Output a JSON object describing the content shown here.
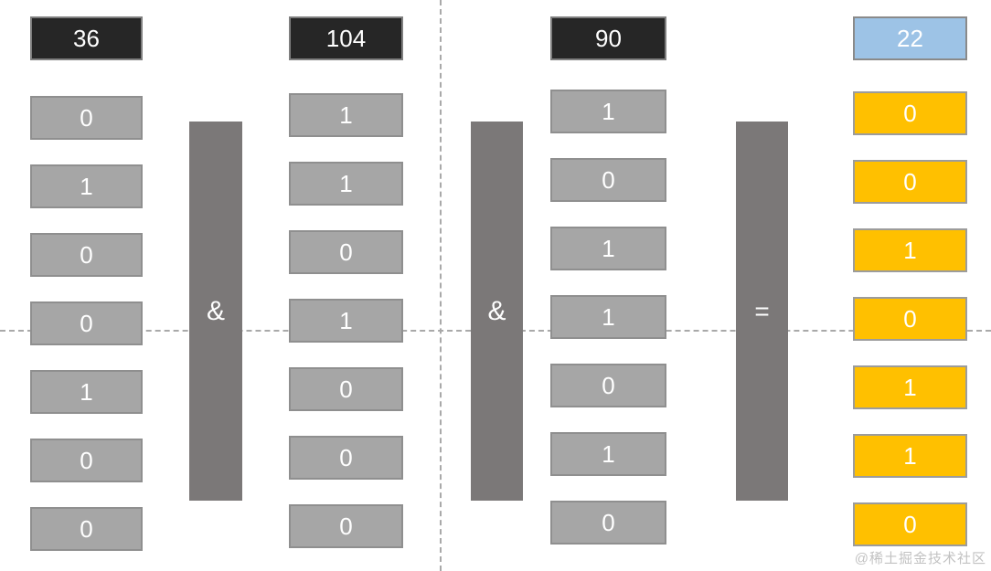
{
  "columns": [
    {
      "header": "36",
      "bits": [
        "0",
        "1",
        "0",
        "0",
        "1",
        "0",
        "0"
      ]
    },
    {
      "header": "104",
      "bits": [
        "1",
        "1",
        "0",
        "1",
        "0",
        "0",
        "0"
      ]
    },
    {
      "header": "90",
      "bits": [
        "1",
        "0",
        "1",
        "1",
        "0",
        "1",
        "0"
      ]
    },
    {
      "header": "22",
      "bits": [
        "0",
        "0",
        "1",
        "0",
        "1",
        "1",
        "0"
      ]
    }
  ],
  "operators": [
    {
      "symbol": "&"
    },
    {
      "symbol": "&"
    },
    {
      "symbol": "="
    }
  ],
  "watermark": "@稀土掘金技术社区",
  "colors": {
    "operand_header": "#262626",
    "result_header": "#9dc3e6",
    "operand_bit": "#a6a6a6",
    "result_bit": "#ffc000",
    "operator_bar": "#7b7878",
    "box_border": "#8f8f8f",
    "guide_line": "#a9a9a9",
    "box_text": "#ffffff"
  }
}
